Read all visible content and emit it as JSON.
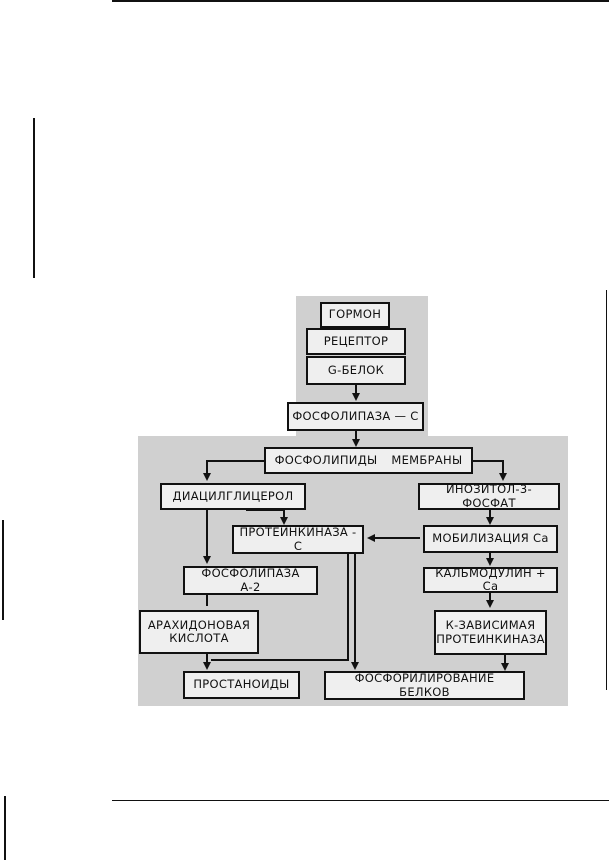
{
  "diagram": {
    "nodes": {
      "hormone": "ГОРМОН",
      "receptor": "РЕЦЕПТОР",
      "g_protein": "G-БЕЛОК",
      "phospholipase_c": "ФОСФОЛИПАЗА — С",
      "membrane_phospholipids": "ФОСФОЛИПИДЫ МЕМБРАНЫ",
      "diacylglycerol": "ДИАЦИЛГЛИЦЕРОЛ",
      "inositol_phosphate": "ИНОЗИТОЛ-3-ФОСФАТ",
      "protein_kinase_c": "ПРОТЕИНКИНАЗА - С",
      "ca_mobilization": "МОБИЛИЗАЦИЯ Са",
      "phospholipase_a2": "ФОСФОЛИПАЗА А-2",
      "calmodulin_ca": "КАЛЬМОДУЛИН + Са",
      "arachidonic_line1": "АРАХИДОНОВАЯ",
      "arachidonic_line2": "КИСЛОТА",
      "k_dependent_line1": "К-ЗАВИСИМАЯ",
      "k_dependent_line2": "ПРОТЕИНКИНАЗА",
      "prostanoids": "ПРОСТАНОИДЫ",
      "protein_phosphorylation": "ФОСФОРИЛИРОВАНИЕ БЕЛКОВ"
    }
  }
}
